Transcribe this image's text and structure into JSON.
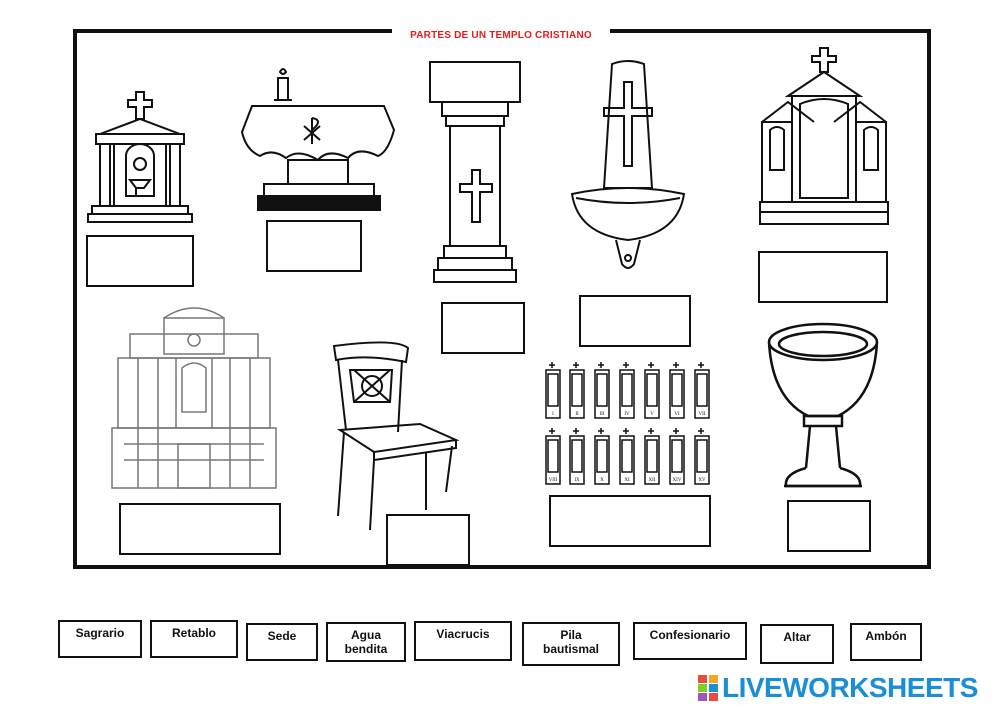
{
  "worksheet": {
    "title": "PARTES DE UN TEMPLO CRISTIANO"
  },
  "illustrations": [
    {
      "name": "sagrario-illustration",
      "icon": "tabernacle-icon"
    },
    {
      "name": "altar-illustration",
      "icon": "altar-icon"
    },
    {
      "name": "ambon-illustration",
      "icon": "ambo-column-icon"
    },
    {
      "name": "agua-bendita-illustration",
      "icon": "holy-water-font-icon"
    },
    {
      "name": "confesionario-illustration",
      "icon": "confessional-icon"
    },
    {
      "name": "retablo-illustration",
      "icon": "altarpiece-icon"
    },
    {
      "name": "sede-illustration",
      "icon": "chair-icon"
    },
    {
      "name": "viacrucis-illustration",
      "icon": "stations-of-cross-icon"
    },
    {
      "name": "pila-bautismal-illustration",
      "icon": "baptismal-font-icon"
    }
  ],
  "viacrucis_numerals": [
    "I",
    "II",
    "III",
    "IV",
    "V",
    "VI",
    "VII",
    "VIII",
    "IX",
    "X",
    "XI",
    "XII",
    "XIV",
    "XV"
  ],
  "options": [
    {
      "line1": "Sagrario",
      "line2": ""
    },
    {
      "line1": "Retablo",
      "line2": ""
    },
    {
      "line1": "Sede",
      "line2": ""
    },
    {
      "line1": "Agua",
      "line2": "bendita"
    },
    {
      "line1": "Viacrucis",
      "line2": ""
    },
    {
      "line1": "Pila",
      "line2": "bautismal"
    },
    {
      "line1": "Confesionario",
      "line2": ""
    },
    {
      "line1": "Altar",
      "line2": ""
    },
    {
      "line1": "Ambón",
      "line2": ""
    }
  ],
  "footer": {
    "brand": "LIVEWORKSHEETS",
    "brand_color": "#1a8fd6",
    "title_color": "#e21b1b"
  }
}
